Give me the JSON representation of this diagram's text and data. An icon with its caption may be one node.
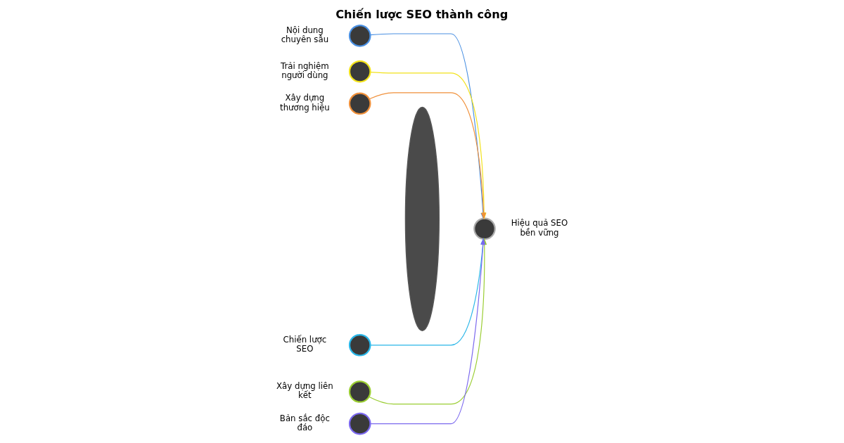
{
  "diagram": {
    "title": "Chiến lược SEO thành công",
    "nodes": [
      {
        "text": [],
        "shape": "circle",
        "beside": [
          "Nội dung chuyên sâu"
        ]
      },
      {
        "text": [],
        "shape": "circle",
        "beside": [
          "Trải nghiệm người dùng"
        ]
      },
      {
        "text": [],
        "shape": "circle",
        "beside": [
          "Xây dựng thương hiệu"
        ]
      },
      {
        "text": [],
        "shape": "circle",
        "beside": [
          "Chiến lược SEO"
        ]
      },
      {
        "text": [],
        "shape": "circle",
        "beside": [
          "Xây dựng liên kết"
        ]
      },
      {
        "text": [],
        "shape": "circle",
        "beside": [
          "Bản sắc độc đáo"
        ]
      },
      {
        "text": [],
        "shape": "lens"
      },
      {
        "text": [],
        "shape": "circle",
        "beside": [
          "Hiệu quả SEO bền vững"
        ]
      }
    ],
    "edges": [
      {
        "from": 0,
        "to": 7,
        "arrow": "to",
        "color": "#4a90e2"
      },
      {
        "from": 1,
        "to": 7,
        "arrow": "to",
        "color": "#f2e21b"
      },
      {
        "from": 2,
        "to": 7,
        "arrow": "to",
        "color": "#f0903a"
      },
      {
        "from": 3,
        "to": 7,
        "arrow": "to",
        "color": "#29b6e8"
      },
      {
        "from": 4,
        "to": 7,
        "arrow": "to",
        "color": "#9acd32"
      },
      {
        "from": 5,
        "to": 7,
        "arrow": "to",
        "color": "#7b68ee"
      }
    ]
  }
}
